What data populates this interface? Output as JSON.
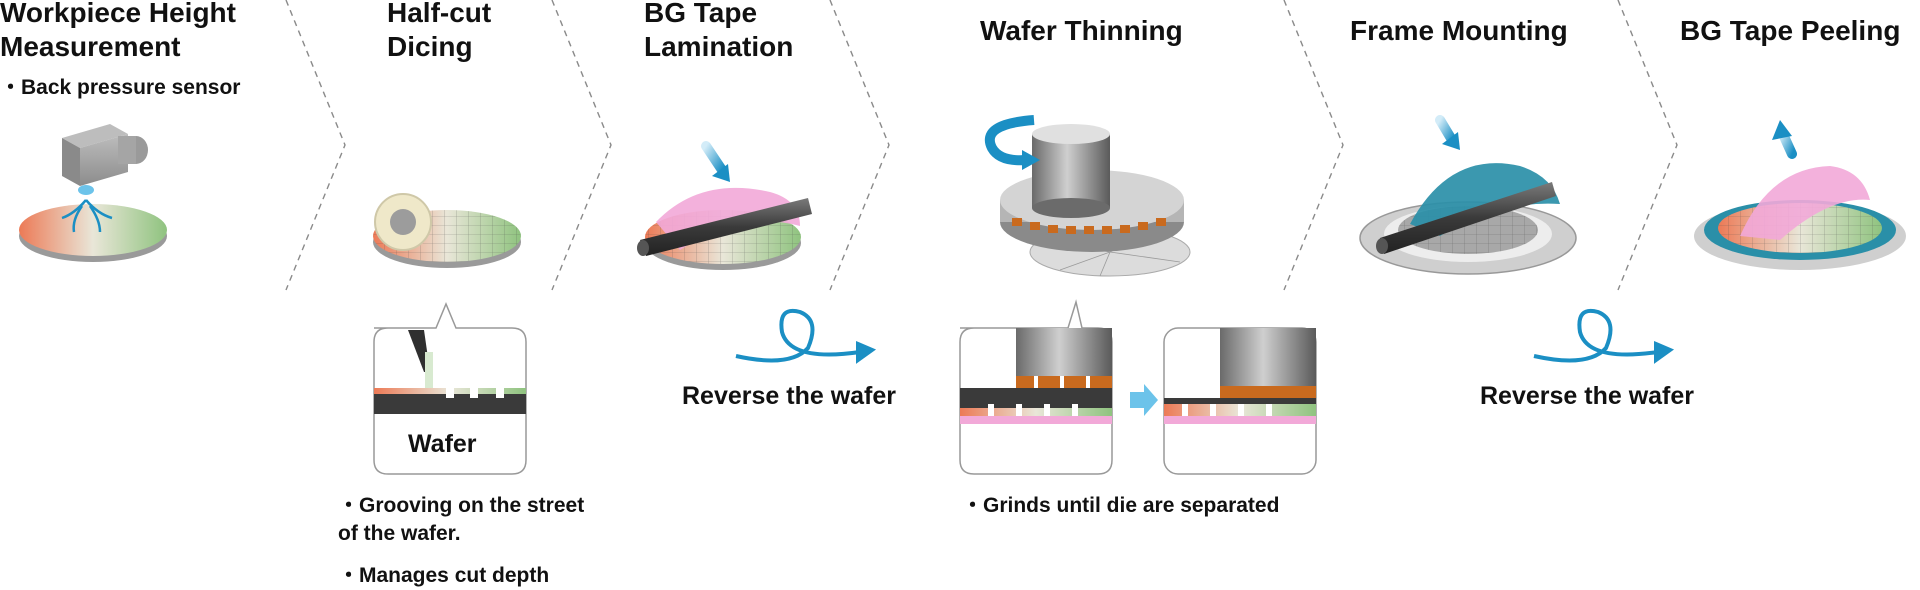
{
  "steps": [
    {
      "title": "Workpiece Height\nMeasurement",
      "notes": [
        "・Back pressure sensor"
      ]
    },
    {
      "title": "Half-cut\nDicing",
      "inset_label": "Wafer",
      "notes": [
        "・Grooving on the street\n   of the wafer.",
        "・Manages cut depth"
      ]
    },
    {
      "title": "BG Tape\nLamination",
      "notes": []
    },
    {
      "title": "Wafer Thinning",
      "notes": [
        "・Grinds until die are separated"
      ]
    },
    {
      "title": "Frame Mounting",
      "notes": []
    },
    {
      "title": "BG Tape Peeling",
      "notes": []
    }
  ],
  "transitions": [
    {
      "label": "Reverse the wafer"
    },
    {
      "label": "Reverse the wafer"
    }
  ],
  "colors": {
    "accent_blue": "#1b8fc4",
    "tape_pink": "#f2a9d8",
    "frame_teal": "#2a8fa8",
    "copper": "#c96a1e",
    "wafer_orange": "#e9815a",
    "wafer_green": "#9fc48c"
  },
  "icons": [
    "height-sensor-icon",
    "dicing-blade-icon",
    "tape-roller-icon",
    "grinding-wheel-icon",
    "reverse-arrow-icon"
  ]
}
